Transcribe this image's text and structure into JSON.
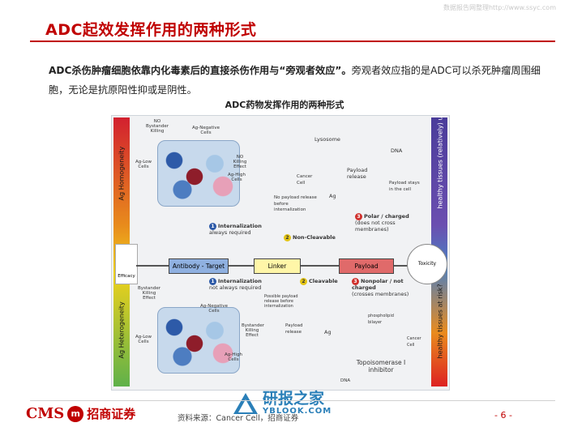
{
  "header": {
    "watermark": "数据报告网整理http://www.ssyc.com",
    "title": "ADC起效发挥作用的两种形式"
  },
  "body": {
    "para_bold": "ADC杀伤肿瘤细胞依靠内化毒素后的直接杀伤作用与“旁观者效应”。",
    "para_rest": "旁观者效应指的是ADC可以杀死肿瘤周围细胞，无论是抗原阳性抑或是阴性。",
    "figure_caption": "ADC药物发挥作用的两种形式"
  },
  "figure": {
    "left_top_label": "Ag Homogeneity",
    "left_bottom_label": "Ag Heterogeneity",
    "right_top_label": "healthy tissues (relatively) unscathed",
    "right_bottom_label": "healthy tissues at risk?",
    "top_cells": {
      "no_bystander": "NO Bystander Killing",
      "ag_negative": "Ag-Negative Cells",
      "no_killing": "NO Killing Effect",
      "ag_low": "Ag-Low Cells",
      "ag_high": "Ag-High Cells"
    },
    "top_mid": {
      "lysosome": "Lysosome",
      "dna": "DNA",
      "cancer_cell": "Cancer Cell",
      "payload_release": "Payload release",
      "payload_stays": "Payload stays in the cell",
      "ag": "Ag",
      "no_payload": "No payload release before internalization",
      "n1_title": "Internalization",
      "n1_sub": "always required",
      "n2_title": "Non-Cleavable",
      "n3_title": "Polar / charged",
      "n3_sub": "(does not cross membranes)"
    },
    "conjugate": {
      "efficacy": "Efficacy",
      "antibody": "Antibody - Target",
      "linker": "Linker",
      "payload": "Payload",
      "toxicity": "Toxicity"
    },
    "bottom_mid": {
      "n1_title": "Internalization",
      "n1_sub": "not always required",
      "n2_title": "Cleavable",
      "n3_title": "Nonpolar / not charged",
      "n3_sub": "(crosses membranes)",
      "possible_release": "Possible payload release before internalization",
      "phospholipid": "phospholipid bilayer",
      "ag": "Ag",
      "payload_release": "Payload release",
      "cancer_cell": "Cancer Cell",
      "topo": "Topoisomerase I inhibitor",
      "dna": "DNA"
    },
    "bottom_cells": {
      "bystander": "Bystander Killing Effect",
      "ag_negative": "Ag-Negative Cells",
      "ag_low": "Ag-Low Cells",
      "ag_high": "Ag-High Cells",
      "bystander2": "Bystander Killing Effect"
    }
  },
  "footer": {
    "logo_en": "CMS",
    "logo_mark": "m",
    "logo_cn": "招商证券",
    "source": "资料来源：Cancer Cell，招商证券",
    "watermark_cn": "研报之家",
    "watermark_en": "YBLOOK.COM",
    "page": "- 6 -"
  },
  "colors": {
    "brand_red": "#c00000",
    "watermark_blue": "#2a7fb8"
  }
}
